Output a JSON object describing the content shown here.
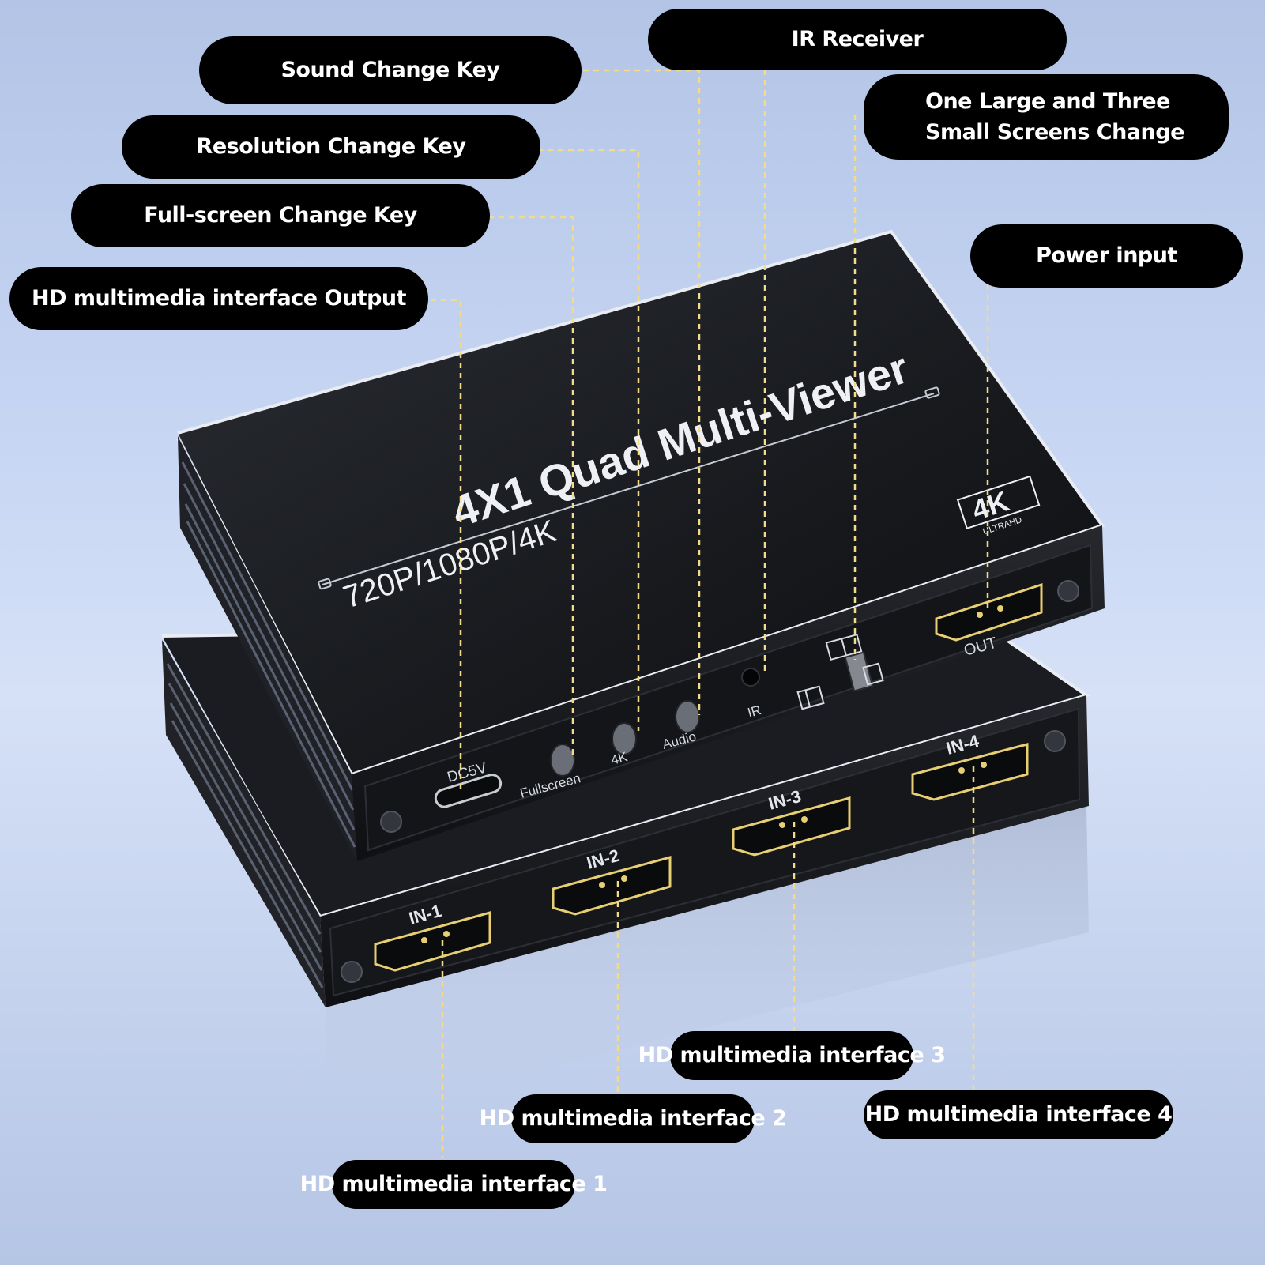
{
  "device": {
    "title": "4X1 Quad Multi-Viewer",
    "subtitle": "720P/1080P/4K",
    "badge_main": "4K",
    "badge_sub": "ULTRAHD",
    "port_out": "OUT",
    "port_dc": "DC5V",
    "btn_fullscreen": "Fullscreen",
    "btn_4k": "4K",
    "btn_audio": "Audio",
    "ir": "IR",
    "in1": "IN-1",
    "in2": "IN-2",
    "in3": "IN-3",
    "in4": "IN-4"
  },
  "callouts": {
    "ir_receiver": "IR Receiver",
    "sound_change": "Sound Change Key",
    "layout_change_line1": "One Large and Three",
    "layout_change_line2": "Small Screens Change",
    "resolution_change": "Resolution Change Key",
    "fullscreen_change": "Full-screen Change Key",
    "power_input": "Power input",
    "hdmi_output": "HD multimedia interface Output",
    "hdmi_3": "HD multimedia interface 3",
    "hdmi_2": "HD multimedia interface 2",
    "hdmi_4": "HD multimedia interface 4",
    "hdmi_1": "HD multimedia interface 1"
  },
  "colors": {
    "callout_bg": "#000000",
    "leader_line": "#f2dc8a",
    "device_body": "#1b1d22",
    "edge_highlight": "#e9edf3",
    "port_gold": "#e8cf74"
  }
}
